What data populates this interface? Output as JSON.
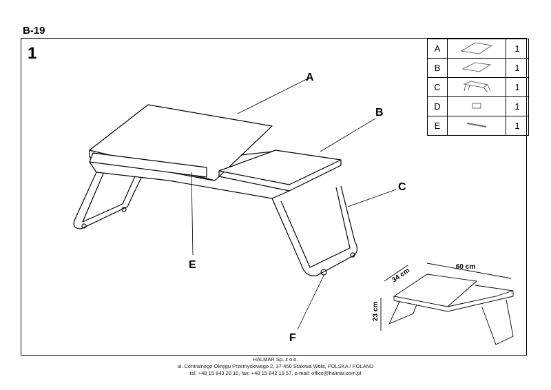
{
  "model": "B-19",
  "step_number": "1",
  "parts": [
    {
      "letter": "A",
      "qty": "1",
      "icon": "top-board-icon"
    },
    {
      "letter": "B",
      "qty": "1",
      "icon": "side-board-icon"
    },
    {
      "letter": "C",
      "qty": "1",
      "icon": "frame-legs-icon"
    },
    {
      "letter": "D",
      "qty": "1",
      "icon": "small-block-icon"
    },
    {
      "letter": "E",
      "qty": "1",
      "icon": "rail-strip-icon"
    }
  ],
  "callouts": {
    "a": "A",
    "b": "B",
    "c": "C",
    "e": "E",
    "f": "F"
  },
  "dimensions": {
    "depth": "34 cm",
    "width": "60 cm",
    "height": "23 cm"
  },
  "footer": {
    "company": "HALMAR Sp. z o.o.",
    "address": "ul. Centralnego Okręgu Przemysłowego 2, 37-450 Stalowa Wola, POLSKA / POLAND",
    "contact": "tel. +48 15 843 28 10, fax: +48 15 842 19 57, e-mail: office@halmar.com.pl"
  }
}
